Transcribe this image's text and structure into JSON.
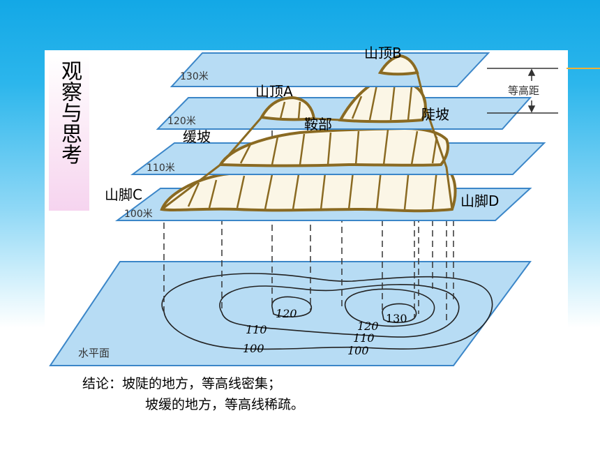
{
  "title": "观察与思考",
  "planes": {
    "p130": "130米",
    "p120": "120米",
    "p110": "110米",
    "p100": "100米",
    "base": "水平面"
  },
  "labels": {
    "peak_b": "山顶B",
    "peak_a": "山顶A",
    "saddle": "鞍部",
    "gentle": "缓坡",
    "steep": "陡坡",
    "foot_c": "山脚C",
    "foot_d": "山脚D",
    "interval": "等高距"
  },
  "contours": {
    "c120_left": "120",
    "c110_left": "110",
    "c100_left": "100",
    "c130": "130",
    "c120_right": "120",
    "c110_right": "110",
    "c100_right": "100"
  },
  "conclusion": {
    "line1": "结论：坡陡的地方，等高线密集；",
    "line2": "坡缓的地方，等高线稀疏。"
  },
  "colors": {
    "background_top": "#13a8e6",
    "plane_fill": "#b7dcf4",
    "plane_stroke": "#3b86c8",
    "mountain": "#8a6a22"
  }
}
